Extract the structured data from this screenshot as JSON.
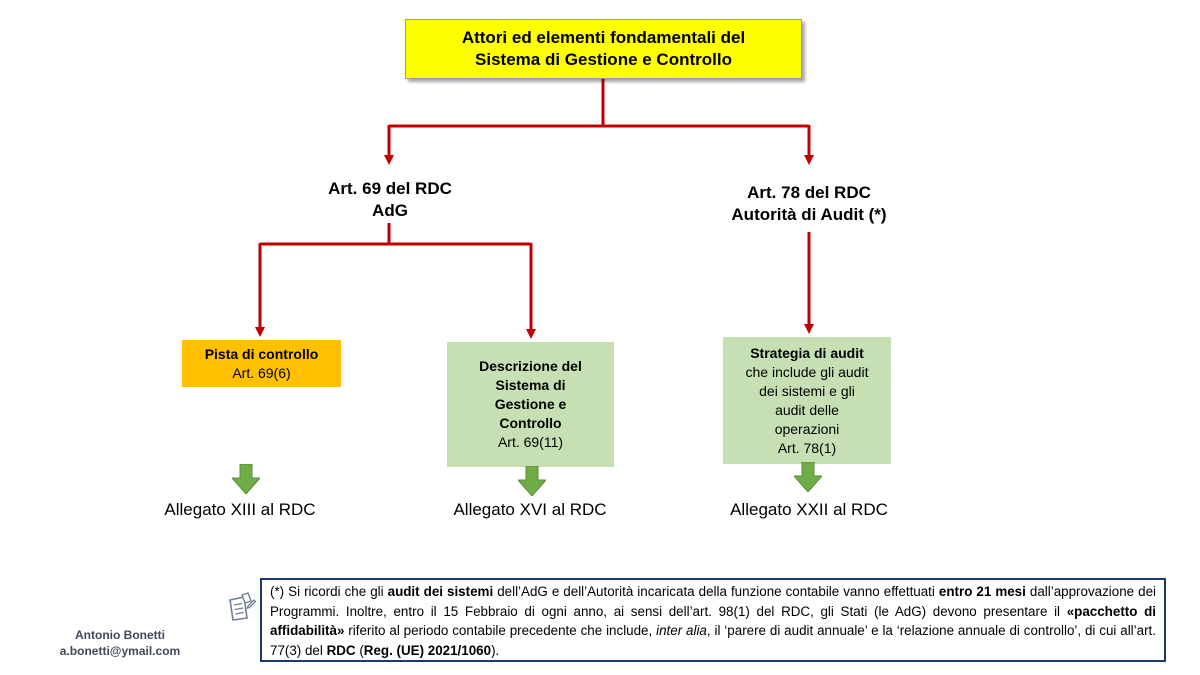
{
  "title": {
    "line1": "Attori ed elementi fondamentali del",
    "line2": "Sistema di Gestione e Controllo"
  },
  "left_branch": {
    "line1": "Art. 69 del RDC",
    "line2": "AdG"
  },
  "right_branch": {
    "line1": "Art. 78 del RDC",
    "line2": "Autorità di Audit (*)"
  },
  "boxes": {
    "pista": {
      "title": "Pista di controllo",
      "ref": "Art. 69(6)"
    },
    "descrizione": {
      "title_lines": [
        "Descrizione  del",
        "Sistema  di",
        "Gestione  e",
        "Controllo"
      ],
      "ref": "Art. 69(11)"
    },
    "strategia": {
      "title": "Strategia  di audit",
      "body_lines": [
        "che include  gli audit",
        "dei sistemi  e gli",
        "audit  delle",
        "operazioni"
      ],
      "ref": "Art. 78(1)"
    }
  },
  "allegati": {
    "xiii": "Allegato XIII al RDC",
    "xvi": "Allegato XVI al RDC",
    "xxii": "Allegato XXII al RDC"
  },
  "note": {
    "s1": "(*) Si ricordi che gli ",
    "b1": "audit dei sistemi",
    "s2": " dell’AdG e dell’Autorità incaricata della funzione contabile vanno effettuati ",
    "b2": "entro 21 mesi",
    "s3": " dall’approvazione dei Programmi. Inoltre, entro il 15 Febbraio di ogni anno, ai sensi dell’art. 98(1) del RDC, gli Stati (le AdG) devono presentare il ",
    "b3": "«pacchetto di affidabilità»",
    "s4": " riferito al periodo contabile precedente che include, ",
    "i1": "inter alia",
    "s5": ", il ‘parere di audit annuale’ e la ‘relazione annuale  di controllo’, di cui all’art. 77(3) del ",
    "b4": "RDC",
    "s6": " (",
    "b5": "Reg. (UE) 2021/1060",
    "s7": ")."
  },
  "author": {
    "name": "Antonio Bonetti",
    "email": "a.bonetti@ymail.com"
  },
  "colors": {
    "connector": "#c00000",
    "green_arrow": "#70ad47",
    "title_fill": "#ffff00",
    "orange_fill": "#ffc000",
    "green_fill": "#c6e0b4",
    "note_border": "#1f3864"
  },
  "icons": {
    "note": "notepad-pencil-icon"
  }
}
